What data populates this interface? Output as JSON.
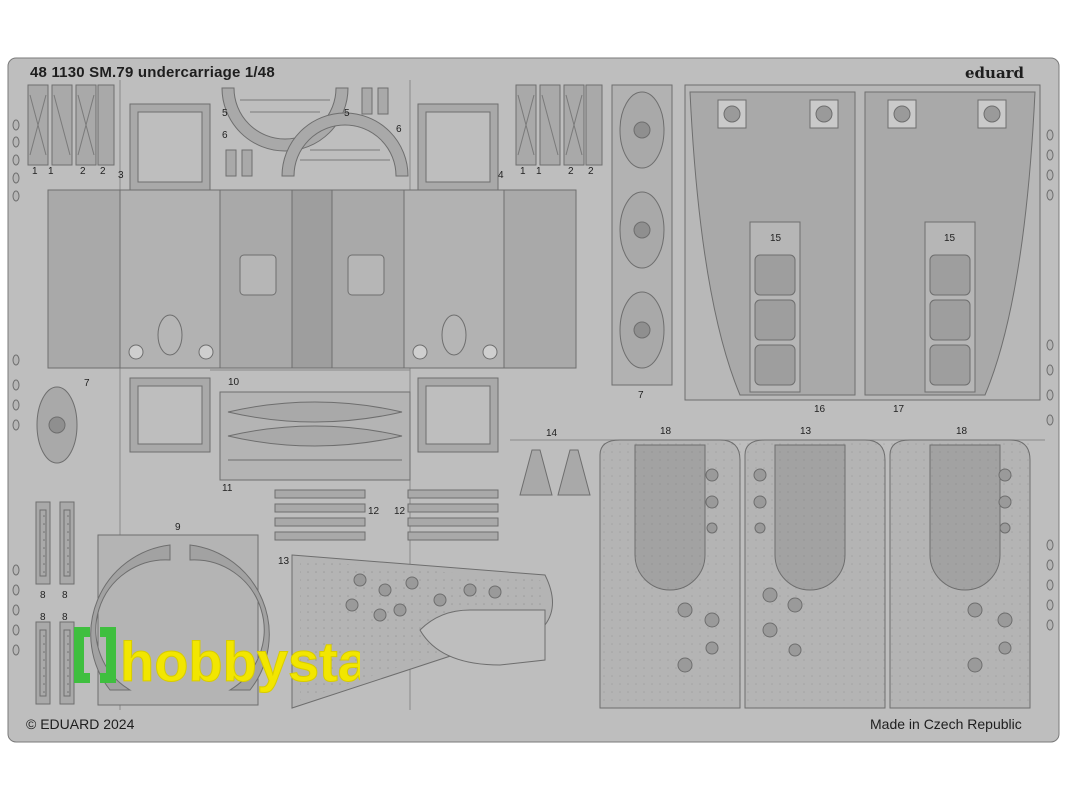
{
  "header": {
    "title": "48 1130  SM.79 undercarriage 1/48",
    "brand": "eduard"
  },
  "footer": {
    "copyright": "© EDUARD 2024",
    "origin": "Made in Czech Republic"
  },
  "watermark": {
    "text": "hobbysta.pl"
  },
  "part_numbers": [
    "1",
    "1",
    "2",
    "2",
    "3",
    "5",
    "5",
    "6",
    "6",
    "4",
    "1",
    "1",
    "2",
    "2",
    "7",
    "7",
    "15",
    "15",
    "16",
    "17",
    "10",
    "11",
    "14",
    "18",
    "13",
    "18",
    "12",
    "12",
    "9",
    "13",
    "8",
    "8",
    "8",
    "8"
  ],
  "colors": {
    "fret": "#bdbdbd",
    "part": "#a8a8a8",
    "outline": "#6e6e6e",
    "watermark_yellow": "#f2e600",
    "watermark_green": "#3fbf3f"
  }
}
